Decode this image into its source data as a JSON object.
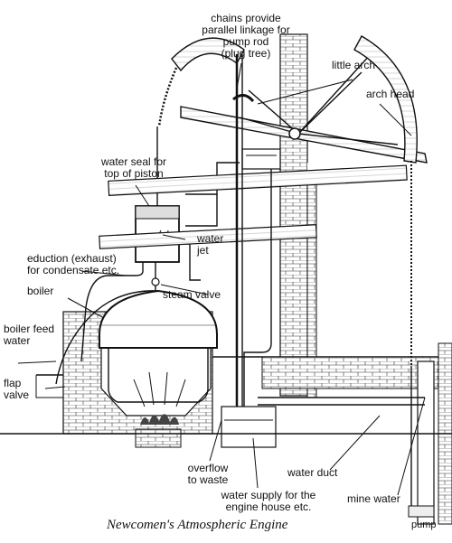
{
  "labels": {
    "chains": [
      "chains provide",
      "parallel linkage for",
      "pump rod",
      "(plug tree)"
    ],
    "little_arch": "little arch",
    "arch_head": "arch head",
    "water_seal": [
      "water seal for",
      "top of piston"
    ],
    "eduction": [
      "eduction (exhaust)",
      "for condensate etc."
    ],
    "water_jet": [
      "water",
      "jet"
    ],
    "boiler": "boiler",
    "steam_valve": "steam valve",
    "boiler_feed": [
      "boiler feed",
      "water"
    ],
    "flap_valve": [
      "flap",
      "valve"
    ],
    "overflow": [
      "overflow",
      "to waste"
    ],
    "water_duct": "water duct",
    "water_supply": [
      "water supply for the",
      "engine house etc."
    ],
    "mine_water": "mine water",
    "pump": "pump"
  },
  "caption": "Newcomen's Atmospheric Engine"
}
